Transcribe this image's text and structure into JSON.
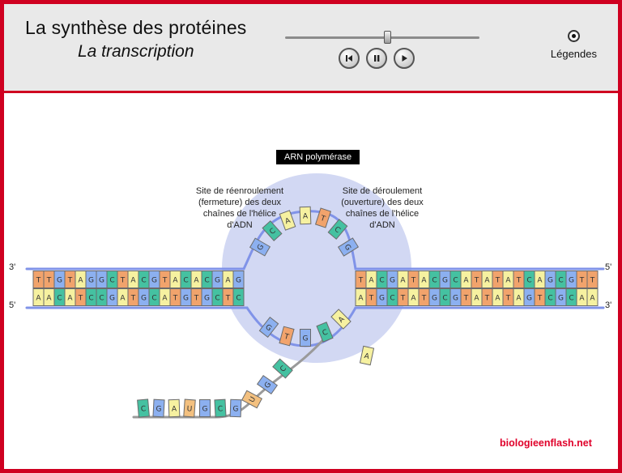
{
  "header": {
    "title": "La synthèse des protéines",
    "subtitle": "La transcription",
    "legend_label": "Légendes"
  },
  "controls": {
    "slider_position_pct": 51
  },
  "diagram": {
    "polymerase_label": "ARN polymérase",
    "left_annotation": [
      "Site de réenroulement",
      "(fermeture) des deux",
      "chaînes de l'hélice",
      "d'ADN"
    ],
    "right_annotation": [
      "Site de déroulement",
      "(ouverture) des deux",
      "chaînes de l'hélice",
      "d'ADN"
    ],
    "strand_labels": {
      "left_top": "3'",
      "left_bottom": "5'",
      "right_top": "5'",
      "right_bottom": "3'"
    },
    "dna": {
      "left_top": "TTGTAGGCTACGTACACGAG",
      "left_bottom": "AACATCCGATGCATGTGCTC",
      "right_top": "TACGATACGCATATATCAGCGTT",
      "right_bottom": "ATGCTATGCGTATATAGTCGCAA",
      "bubble_top": "GCAATCG",
      "bubble_bottom": "GTGCA",
      "rna_curve": "CGU",
      "rna_tail": "CGAUGCG",
      "free_nucleotide": "A"
    },
    "base_colors": {
      "A": "#f6f1a0",
      "T": "#f1a36c",
      "G": "#8cb0f0",
      "C": "#45c1a1",
      "U": "#f3c07f"
    },
    "polymerase_color": "#cdd4f2",
    "strand_color": "#8093e8",
    "rna_color": "#9a9a9a"
  },
  "colors": {
    "frame": "#cf0020",
    "watermark": "#e0002a",
    "header_bg": "#e9e9e9"
  },
  "watermark": "biologieenflash.net"
}
